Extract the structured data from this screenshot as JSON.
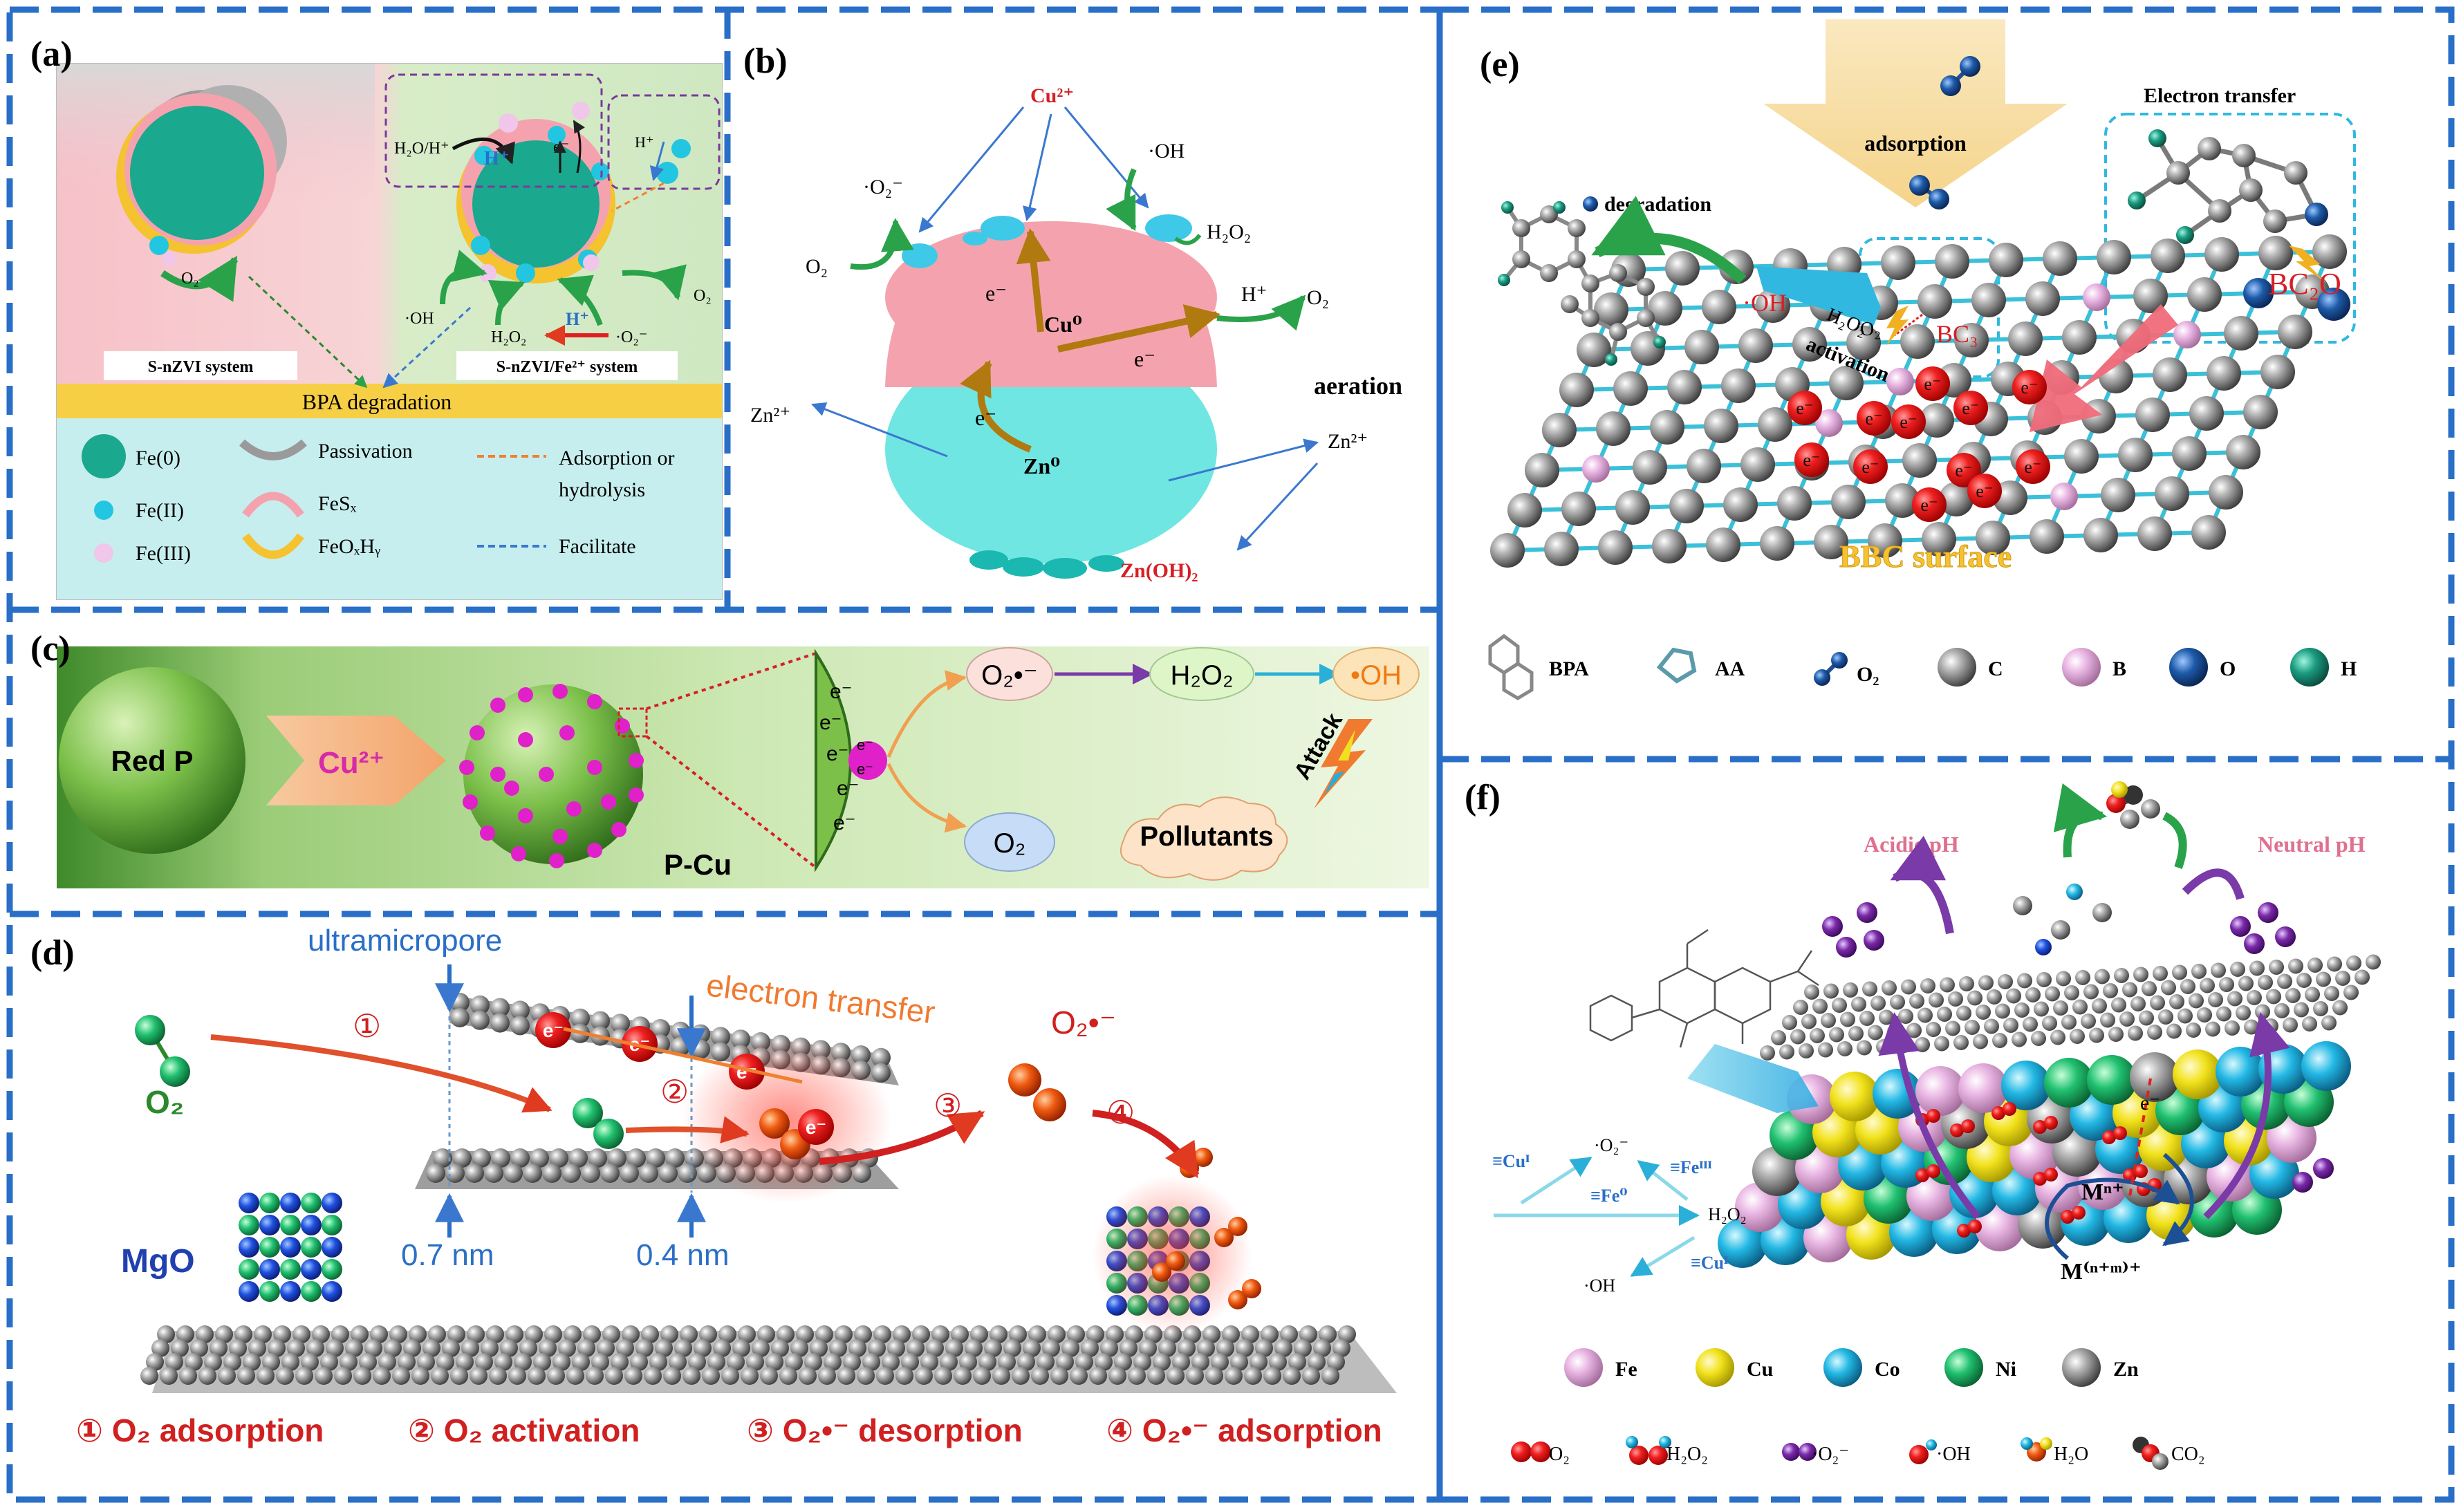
{
  "panels": {
    "a": {
      "label": "(a)",
      "system_left": "S-nZVI system",
      "system_right": "S-nZVI/Fe²⁺ system",
      "bottom_bar": "BPA degradation",
      "species": {
        "h2o_h": "H₂O/H⁺",
        "h": "H⁺",
        "h_blue": "H⁺",
        "e": "e⁻",
        "o2_left": "O₂",
        "o2_right": "O₂",
        "oh": "·OH",
        "h2o2": "H₂O₂",
        "o2_rad": "·O₂⁻",
        "h_red": "H⁺"
      },
      "legend": [
        {
          "label": "Fe(0)",
          "symbol": "fe0"
        },
        {
          "label": "Fe(II)",
          "symbol": "fe2"
        },
        {
          "label": "Fe(III)",
          "symbol": "fe3"
        },
        {
          "label": "Passivation",
          "symbol": "passivation"
        },
        {
          "label": "FeSₓ",
          "symbol": "fes"
        },
        {
          "label": "FeOₓHᵧ",
          "symbol": "feoxhy"
        },
        {
          "label": "Adsorption or",
          "label2": "hydrolysis",
          "symbol": "orange-dash"
        },
        {
          "label": "Facilitate",
          "symbol": "blue-dash"
        }
      ]
    },
    "b": {
      "label": "(b)",
      "cu2": "Cu²⁺",
      "oh": "·OH",
      "o2_rad": "·O₂⁻",
      "o2_left": "O₂",
      "h2o2": "H₂O₂",
      "h": "H⁺",
      "o2_right": "O₂",
      "cu0": "Cu⁰",
      "e1": "e⁻",
      "e2": "e⁻",
      "e3": "e⁻",
      "zn0": "Zn⁰",
      "aeration": "aeration",
      "zn2_left": "Zn²⁺",
      "zn2_right": "Zn²⁺",
      "znoh2": "Zn(OH)₂"
    },
    "c": {
      "label": "(c)",
      "red_p": "Red P",
      "cu2": "Cu²⁺",
      "p_cu": "P-Cu",
      "o2_rad": "O₂•⁻",
      "h2o2": "H₂O₂",
      "oh": "•OH",
      "o2": "O₂",
      "pollutants": "Pollutants",
      "attack": "Attack",
      "e": "e⁻"
    },
    "d": {
      "label": "(d)",
      "ultramicropore": "ultramicropore",
      "electron_transfer": "electron transfer",
      "o2": "O₂",
      "o2_rad": "O₂•⁻",
      "mgo": "MgO",
      "d1": "0.7 nm",
      "d2": "0.4 nm",
      "e": "e⁻",
      "steps": [
        "① O₂ adsorption",
        "② O₂ activation",
        "③ O₂•⁻ desorption",
        "④ O₂•⁻ adsorption"
      ],
      "step_nums": [
        "①",
        "②",
        "③",
        "④"
      ]
    },
    "e": {
      "label": "(e)",
      "adsorption": "adsorption",
      "electron_transfer": "Electron transfer",
      "degradation": "degradation",
      "oh": "·OH",
      "h2o2": "H₂O₂",
      "activation": "activation",
      "o2": "O₂",
      "bc3": "BC₃",
      "bc2o": "BC₂O",
      "bbc": "BBC surface",
      "e": "e⁻",
      "legend": [
        {
          "label": "BPA",
          "symbol": "bpa"
        },
        {
          "label": "AA",
          "symbol": "aa"
        },
        {
          "label": "O₂",
          "symbol": "o2"
        },
        {
          "label": "C",
          "symbol": "c",
          "color": "#8a8a8a"
        },
        {
          "label": "B",
          "symbol": "b",
          "color": "#e7a6de"
        },
        {
          "label": "O",
          "symbol": "o",
          "color": "#1d4f95"
        },
        {
          "label": "H",
          "symbol": "h",
          "color": "#1a8a7a"
        }
      ]
    },
    "f": {
      "label": "(f)",
      "acidic": "Acidic pH",
      "neutral": "Neutral pH",
      "cu1_a": "≡Cuᴵ",
      "o2_rad": "·O₂⁻",
      "fe3": "≡Feᴵᴵᴵ",
      "fe0": "≡Fe⁰",
      "h2o2": "H₂O₂",
      "oh": "·OH",
      "cu1_b": "≡Cuᴵ",
      "mn": "Mⁿ⁺",
      "mnm": "M⁽ⁿ⁺ᵐ⁾⁺",
      "e": "e⁻",
      "legend_atoms": [
        {
          "label": "Fe",
          "color": "#e7b4e0"
        },
        {
          "label": "Cu",
          "color": "#f0e020"
        },
        {
          "label": "Co",
          "color": "#20b8e0"
        },
        {
          "label": "Ni",
          "color": "#20c070"
        },
        {
          "label": "Zn",
          "color": "#a8a8a8"
        }
      ],
      "legend_species": [
        {
          "label": "O₂",
          "symbol": "o2"
        },
        {
          "label": "H₂O₂",
          "symbol": "h2o2"
        },
        {
          "label": "·O₂⁻",
          "symbol": "o2rad"
        },
        {
          "label": "·OH",
          "symbol": "oh"
        },
        {
          "label": "H₂O",
          "symbol": "h2o"
        },
        {
          "label": "CO₂",
          "symbol": "co2"
        }
      ]
    }
  },
  "colors": {
    "frame_blue": "#2a6fc7",
    "red": "#d61f26",
    "teal": "#1aa88e",
    "pink": "#f4a6b5",
    "cyan": "#6fe0e0",
    "orange": "#e8791f",
    "green_arrow": "#2aa24a"
  }
}
